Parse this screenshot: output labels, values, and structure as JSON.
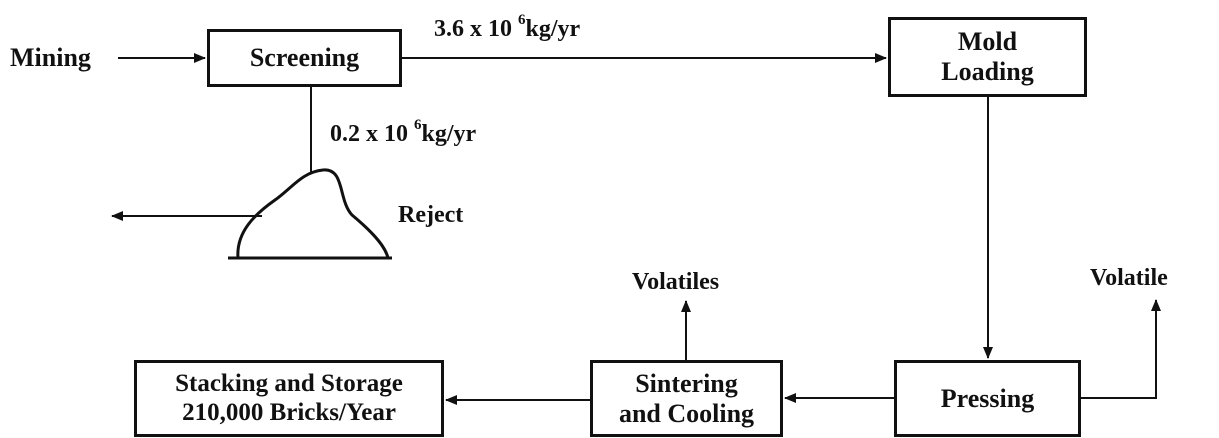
{
  "diagram": {
    "input_label": "Mining",
    "boxes": {
      "screening": [
        "Screening"
      ],
      "mold_loading": [
        "Mold",
        "Loading"
      ],
      "pressing": [
        "Pressing"
      ],
      "sintering": [
        "Sintering",
        "and Cooling"
      ],
      "stacking": [
        "Stacking and Storage",
        "210,000 Bricks/Year"
      ]
    },
    "flows": {
      "main_rate": {
        "base": "3.6 x 10",
        "exponent": "6",
        "unit": "kg/yr"
      },
      "reject_rate": {
        "base": "0.2 x 10",
        "exponent": "6",
        "unit": "kg/yr"
      }
    },
    "outputs": {
      "reject": "Reject",
      "volatiles": "Volatiles",
      "volatile": "Volatile"
    }
  }
}
